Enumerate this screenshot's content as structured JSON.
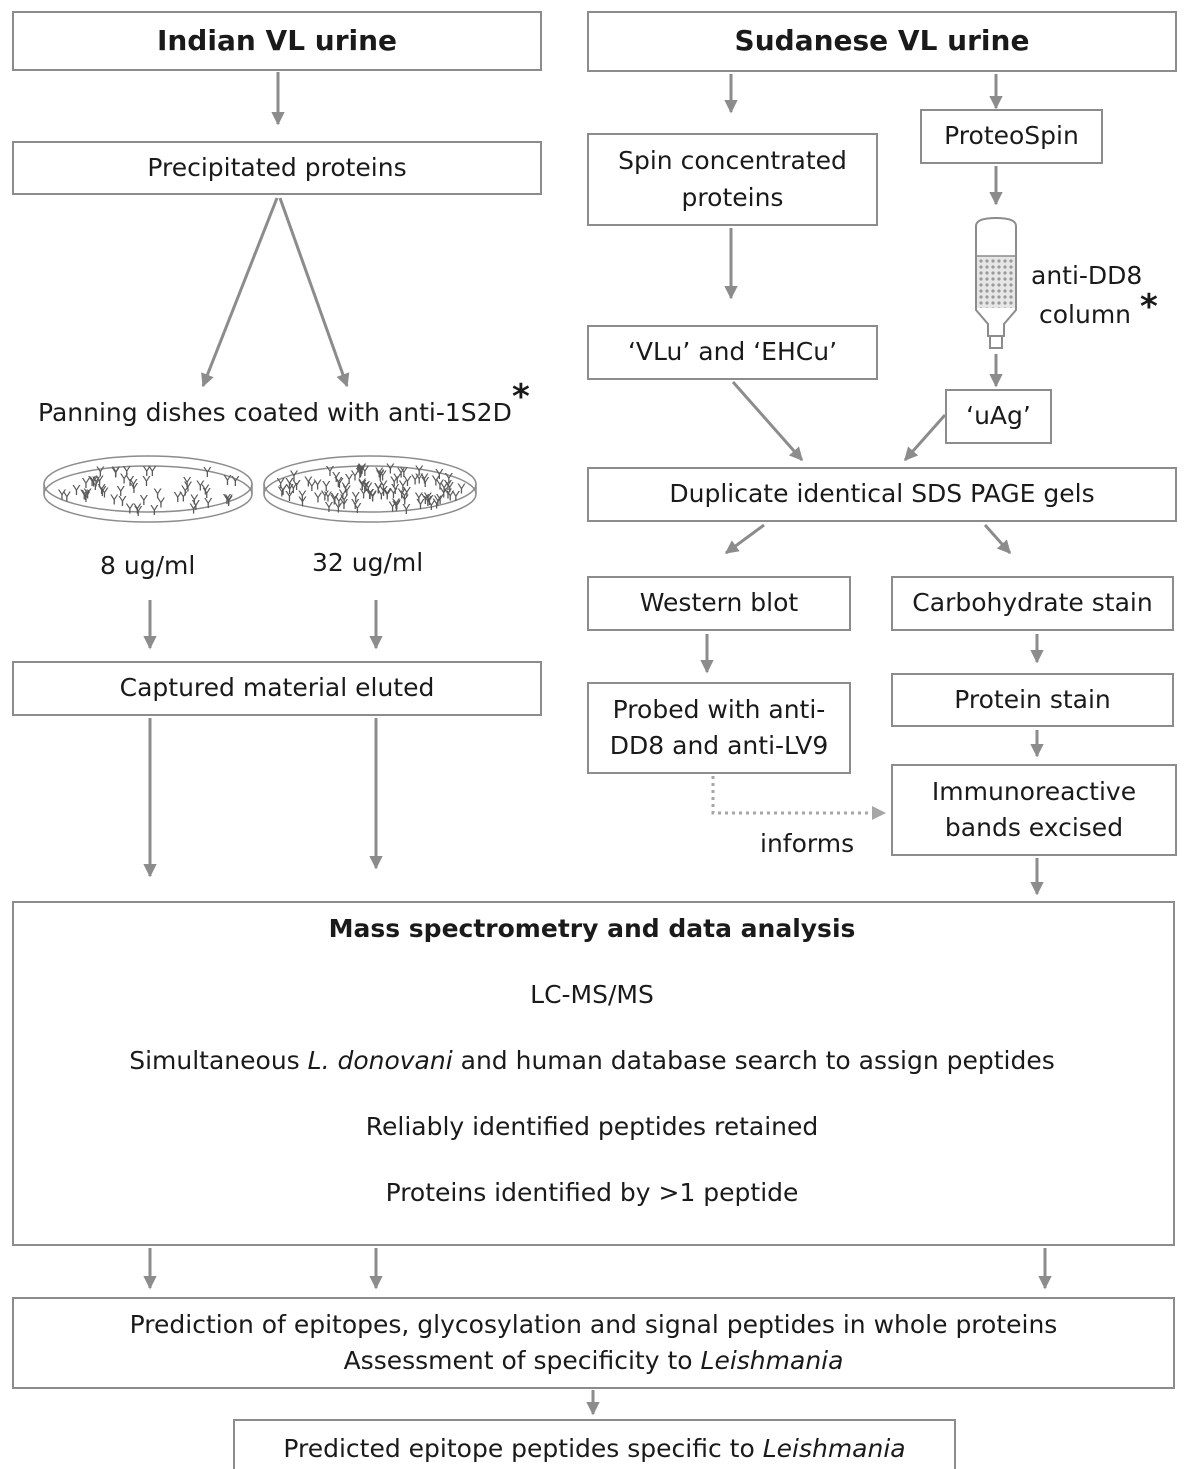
{
  "indian": {
    "title": "Indian VL urine",
    "precipitated": "Precipitated proteins",
    "panning": "Panning dishes coated with anti-1S2D",
    "conc_low": "8 ug/ml",
    "conc_high": "32 ug/ml",
    "captured": "Captured material eluted"
  },
  "sudanese": {
    "title": "Sudanese VL urine",
    "spin_line1": "Spin concentrated",
    "spin_line2": "proteins",
    "proteospin": "ProteoSpin",
    "column_line1": "anti-DD8",
    "column_line2": "column",
    "vlu_ehcu": "‘VLu’ and ‘EHCu’",
    "uag": "‘uAg’",
    "gels": "Duplicate identical SDS PAGE gels",
    "western": "Western blot",
    "carb": "Carbohydrate stain",
    "probed_line1": "Probed with anti-",
    "probed_line2": "DD8 and anti-LV9",
    "protein_stain": "Protein stain",
    "bands_line1": "Immunoreactive",
    "bands_line2": "bands excised",
    "informs": "informs"
  },
  "asterisk": "*",
  "ms": {
    "title": "Mass spectrometry and data analysis",
    "line1": "LC-MS/MS",
    "line2_pre": "Simultaneous ",
    "line2_italic": "L. donovani",
    "line2_post": " and human database search to assign peptides",
    "line3": "Reliably identified peptides retained",
    "line4": "Proteins identified by >1 peptide"
  },
  "prediction": {
    "line1": "Prediction of epitopes, glycosylation and signal peptides in whole proteins",
    "line2_pre": "Assessment of specificity to ",
    "line2_italic": "Leishmania"
  },
  "final": {
    "pre": "Predicted epitope peptides specific to ",
    "italic": "Leishmania"
  },
  "colors": {
    "line": "#8c8c8c",
    "text": "#1a1a1a"
  }
}
